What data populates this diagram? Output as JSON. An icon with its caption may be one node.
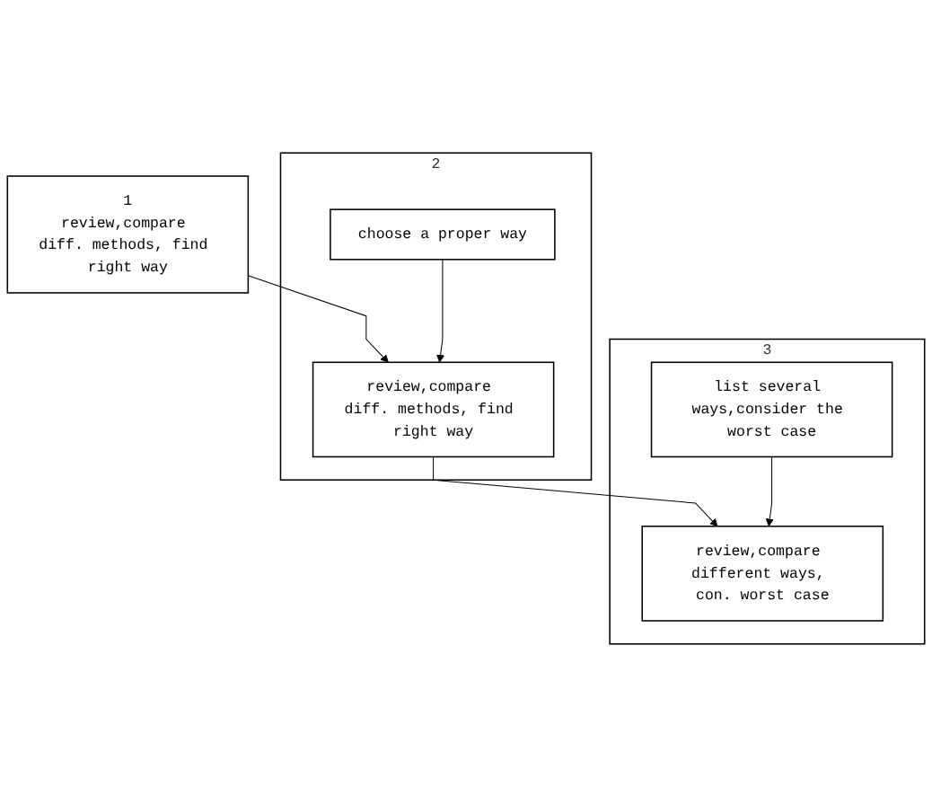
{
  "diagram": {
    "nodes": [
      {
        "text": [
          "1",
          "review,compare diff. methods, find right way"
        ]
      },
      {
        "text": [
          "2"
        ]
      },
      {
        "text": [
          "choose a proper way"
        ],
        "in": 1
      },
      {
        "text": [
          "review,compare diff. methods, find right way"
        ],
        "in": 1
      },
      {
        "text": [
          "3"
        ]
      },
      {
        "text": [
          "list several ways,consider the worst case"
        ],
        "in": 4
      },
      {
        "text": [
          "review,compare different ways, con. worst case"
        ],
        "in": 4
      }
    ],
    "edges": [
      {
        "from": 0,
        "to": 3,
        "arrow": "to"
      },
      {
        "from": 2,
        "to": 3,
        "arrow": "to"
      },
      {
        "from": 3,
        "to": 6,
        "arrow": "to"
      },
      {
        "from": 5,
        "to": 6,
        "arrow": "to"
      }
    ]
  }
}
